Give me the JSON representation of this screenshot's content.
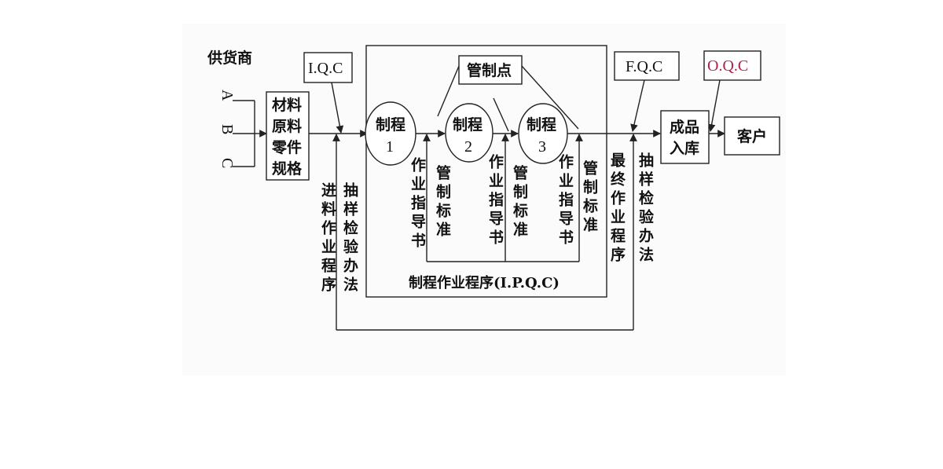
{
  "supplier": {
    "title": "供货商",
    "items": [
      "A",
      "B",
      "C"
    ]
  },
  "boxes": {
    "materials": [
      "材料",
      "原料",
      "零件",
      "规格"
    ],
    "iqc": "I.Q.C",
    "control_point": "管制点",
    "fqc": "F.Q.C",
    "oqc": "O.Q.C",
    "finished": [
      "成品",
      "入库"
    ],
    "customer": "客户"
  },
  "processes": [
    {
      "name": "制程",
      "number": "1"
    },
    {
      "name": "制程",
      "number": "2"
    },
    {
      "name": "制程",
      "number": "3"
    }
  ],
  "vertical_labels": {
    "incoming_procedure": "进料作业程序",
    "sampling_1": "抽样检验办法",
    "work_instruction_1": "作业指导书",
    "control_standard_1": "管制标准",
    "work_instruction_2": "作业指导书",
    "control_standard_2": "管制标准",
    "work_instruction_3": "作业指导书",
    "control_standard_3": "管制标准",
    "final_procedure": "最终作业程序",
    "sampling_2": "抽样检验办法"
  },
  "ipqc_label": "制程作业程序(I.P.Q.C)",
  "colors": {
    "oqc_text": "#b0204a",
    "line": "#222222"
  }
}
